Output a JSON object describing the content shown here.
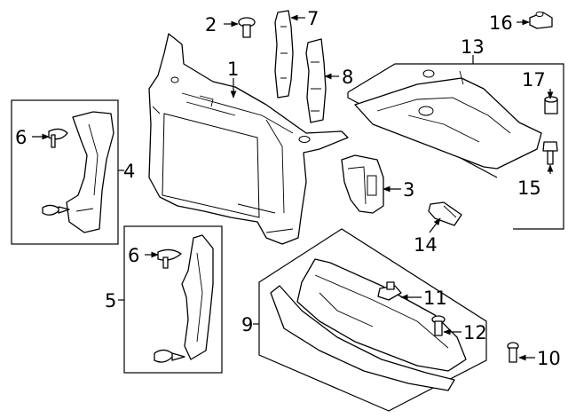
{
  "callouts": [
    {
      "id": "1",
      "label": "1"
    },
    {
      "id": "2",
      "label": "2"
    },
    {
      "id": "3",
      "label": "3"
    },
    {
      "id": "4",
      "label": "4"
    },
    {
      "id": "5",
      "label": "5"
    },
    {
      "id": "6a",
      "label": "6"
    },
    {
      "id": "6b",
      "label": "6"
    },
    {
      "id": "7",
      "label": "7"
    },
    {
      "id": "8",
      "label": "8"
    },
    {
      "id": "9",
      "label": "9"
    },
    {
      "id": "10",
      "label": "10"
    },
    {
      "id": "11",
      "label": "11"
    },
    {
      "id": "12",
      "label": "12"
    },
    {
      "id": "13",
      "label": "13"
    },
    {
      "id": "14",
      "label": "14"
    },
    {
      "id": "15",
      "label": "15"
    },
    {
      "id": "16",
      "label": "16"
    },
    {
      "id": "17",
      "label": "17"
    }
  ]
}
